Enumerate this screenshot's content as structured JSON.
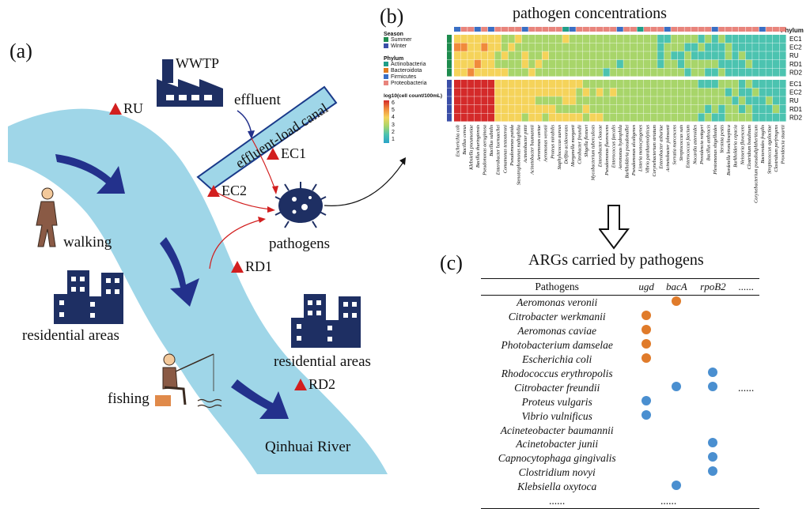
{
  "panel_labels": {
    "a": "(a)",
    "b": "(b)",
    "c": "(c)"
  },
  "panel_a": {
    "wwtp": "WWTP",
    "effluent": "effluent",
    "canal": "effluent-load canal",
    "pathogens": "pathogens",
    "walking": "walking",
    "residential_1": "residential areas",
    "residential_2": "residential areas",
    "fishing": "fishing",
    "river": "Qinhuai River",
    "sites": {
      "RU": "RU",
      "EC1": "EC1",
      "EC2": "EC2",
      "RD1": "RD1",
      "RD2": "RD2"
    }
  },
  "panel_b": {
    "title": "pathogen concentrations",
    "phylum_header": "Phylum",
    "legend": {
      "season_title": "Season",
      "season": [
        {
          "name": "Summer",
          "color": "#1e8c4e"
        },
        {
          "name": "Winter",
          "color": "#3b4fa8"
        }
      ],
      "phylum_title": "Phylum",
      "phylum": [
        {
          "name": "Actinobacteria",
          "color": "#1f9e89"
        },
        {
          "name": "Bacteroidota",
          "color": "#e07b1f"
        },
        {
          "name": "Firmicutes",
          "color": "#3a6fc4"
        },
        {
          "name": "Proteobacteria",
          "color": "#e8847c"
        }
      ],
      "scale_title": "log10(cell count/100mL)",
      "scale_ticks": [
        "6",
        "5",
        "4",
        "3",
        "2",
        "1"
      ]
    },
    "rows": [
      "EC1",
      "EC2",
      "RU",
      "RD1",
      "RD2",
      "EC1",
      "EC2",
      "RU",
      "RD1",
      "RD2"
    ],
    "columns": [
      "Escherichia coli",
      "Bacillus cereus",
      "Klebsiella pneumoniae",
      "Bacillus thuringiensis",
      "Pseudomonas aeruginosa",
      "Bacillus subtilis",
      "Enterobacter hormaechei",
      "Comamonas testosteroni",
      "Pseudomonas putida",
      "Stenotrophomonas maltophilia",
      "Acinetobacter pittii",
      "Acinetobacter baumannii",
      "Aeromonas caviae",
      "Aeromonas veronii",
      "Proteus mirabilis",
      "Staphylococcus aureus",
      "Delftia acidovorans",
      "Morganella morganii",
      "Citrobacter freundii",
      "Shigella flexneri",
      "Mycobacterium tuberculosis",
      "Enterobacter cloacae",
      "Pseudomonas fluorescens",
      "Enterococcus faecalis",
      "Aeromonas hydrophila",
      "Burkholderia pseudomallei",
      "Pseudomonas alcaligenes",
      "Listeria monocytogenes",
      "Vibrio parahaemolyticus",
      "Corynebacterium striatum",
      "Enterobacter asburiae",
      "Acinetobacter johnsonii",
      "Serratia marcescens",
      "Streptococcus suis",
      "Enterococcus faecium",
      "Nocardia asteroides",
      "Providencia rettgeri",
      "Bacillus anthracis",
      "Plesiomonas shigelloides",
      "Yersinia pestis",
      "Bordetella bronchiseptica",
      "Burkholderia cepacia",
      "Neisseria flavescens",
      "Clostridium botulinum",
      "Corynebacterium pseudodiphtheriticum",
      "Bacteroides fragilis",
      "Streptococcus agalactiae",
      "Clostridium perfringens",
      "Providencia stuartii"
    ]
  },
  "panel_c": {
    "title": "ARGs carried by pathogens",
    "headers": [
      "Pathogens",
      "ugd",
      "bacA",
      "rpoB2",
      "......"
    ],
    "rows": [
      {
        "name": "Aeromonas veronii",
        "ugd": false,
        "bacA": true,
        "rpoB2": false
      },
      {
        "name": "Citrobacter werkmanii",
        "ugd": true,
        "bacA": false,
        "rpoB2": false
      },
      {
        "name": "Aeromonas caviae",
        "ugd": true,
        "bacA": false,
        "rpoB2": false
      },
      {
        "name": "Photobacterium damselae",
        "ugd": true,
        "bacA": false,
        "rpoB2": false
      },
      {
        "name": "Escherichia coli",
        "ugd": true,
        "bacA": false,
        "rpoB2": false
      },
      {
        "name": "Rhodococcus erythropolis",
        "ugd": false,
        "bacA": false,
        "rpoB2": true,
        "colors": {
          "rpoB2": "blue"
        }
      },
      {
        "name": "Citrobacter freundii",
        "ugd": false,
        "bacA": true,
        "rpoB2": true,
        "colors": {
          "bacA": "blue",
          "rpoB2": "blue"
        },
        "extra": "......"
      },
      {
        "name": "Proteus vulgaris",
        "ugd": true,
        "bacA": false,
        "rpoB2": false,
        "colors": {
          "ugd": "blue"
        }
      },
      {
        "name": "Vibrio vulnificus",
        "ugd": true,
        "bacA": false,
        "rpoB2": false,
        "colors": {
          "ugd": "blue"
        }
      },
      {
        "name": "Acineteobacter baumannii",
        "ugd": false,
        "bacA": false,
        "rpoB2": false
      },
      {
        "name": "Acinetobacter junii",
        "ugd": false,
        "bacA": false,
        "rpoB2": true,
        "colors": {
          "rpoB2": "blue"
        }
      },
      {
        "name": "Capnocytophaga gingivalis",
        "ugd": false,
        "bacA": false,
        "rpoB2": true,
        "colors": {
          "rpoB2": "blue"
        }
      },
      {
        "name": "Clostridium novyi",
        "ugd": false,
        "bacA": false,
        "rpoB2": true,
        "colors": {
          "rpoB2": "blue"
        }
      },
      {
        "name": "Klebsiella oxytoca",
        "ugd": false,
        "bacA": true,
        "rpoB2": false,
        "colors": {
          "bacA": "blue"
        }
      }
    ],
    "footer_left": "......",
    "footer_right": "......",
    "colors": {
      "orange": "#e07b2a",
      "blue": "#4a8fd0"
    }
  }
}
